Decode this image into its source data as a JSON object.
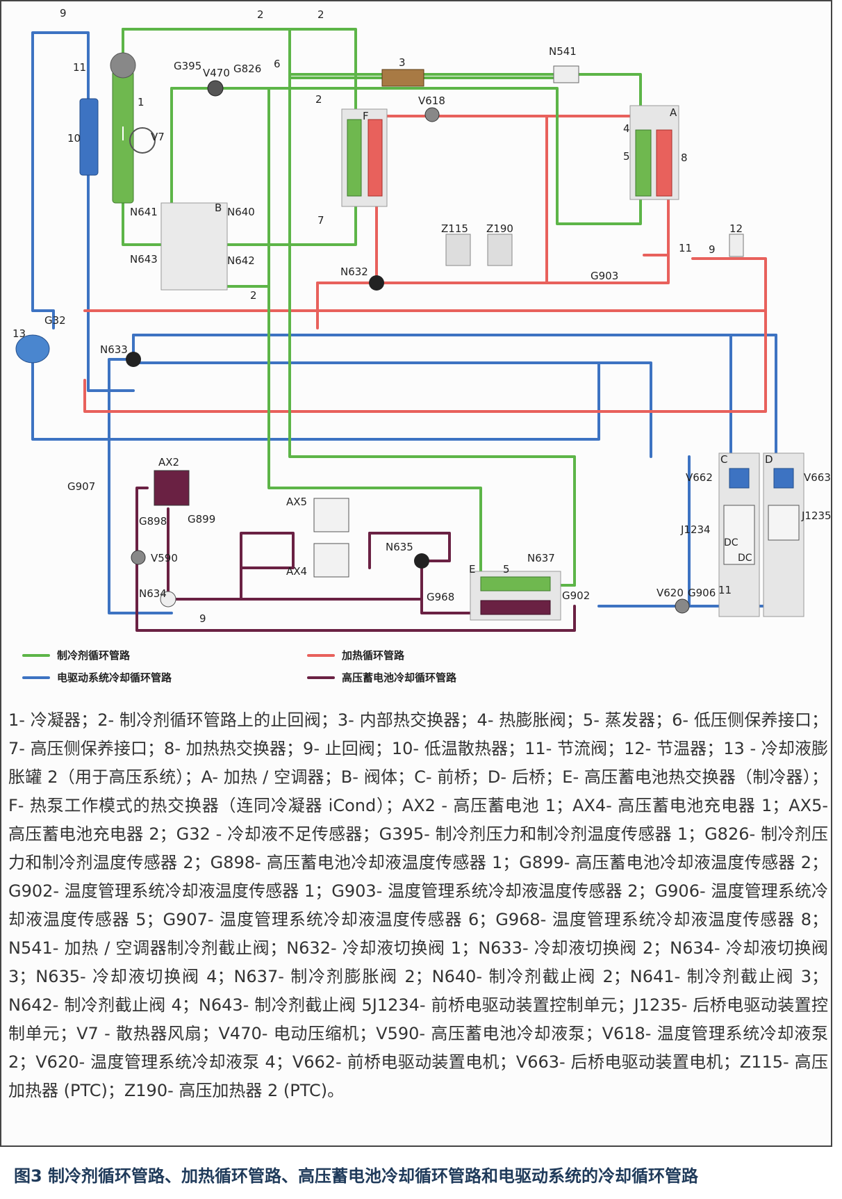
{
  "colors": {
    "refrigerant": "#5db548",
    "heating": "#e8615c",
    "drive_cooling": "#3d73c2",
    "battery_cooling": "#6a2143"
  },
  "labels": {
    "n9a": "9",
    "n2a": "2",
    "n2b": "2",
    "n11a": "11",
    "n1": "1",
    "n10": "10",
    "v7": "V7",
    "g395": "G395",
    "v470": "V470",
    "g826": "G826",
    "n6": "6",
    "n3": "3",
    "n541": "N541",
    "n2c": "2",
    "v618": "V618",
    "f": "F",
    "a": "A",
    "n4": "4",
    "n5a": "5",
    "n8": "8",
    "n641": "N641",
    "b": "B",
    "n640": "N640",
    "n7": "7",
    "n643": "N643",
    "n642": "N642",
    "n2d": "2",
    "z115": "Z115",
    "z190": "Z190",
    "n12": "12",
    "n11b": "11",
    "n9b": "9",
    "n632": "N632",
    "g903": "G903",
    "g32": "G32",
    "n13": "13",
    "n633": "N633",
    "ax2": "AX2",
    "g907": "G907",
    "g898": "G898",
    "g899": "G899",
    "v590": "V590",
    "n634": "N634",
    "ax5": "AX5",
    "ax4": "AX4",
    "n635": "N635",
    "n637": "N637",
    "e": "E",
    "n5b": "5",
    "g968": "G968",
    "g902": "G902",
    "n9c": "9",
    "v620": "V620",
    "g906": "G906",
    "n11c": "11",
    "c": "C",
    "d": "D",
    "v662": "V662",
    "v663": "V663",
    "j1234": "J1234",
    "j1235": "J1235",
    "dc1": "DC",
    "dc2": "DC"
  },
  "legend": {
    "refrigerant": "制冷剂循环管路",
    "heating": "加热循环管路",
    "drive_cooling": "电驱动系统冷却循环管路",
    "battery_cooling": "高压蓄电池冷却循环管路"
  },
  "caption": "1- 冷凝器；2- 制冷剂循环管路上的止回阀；3- 内部热交换器；4- 热膨胀阀；5- 蒸发器；6- 低压侧保养接口；7- 高压侧保养接口；8- 加热热交换器；9- 止回阀；10- 低温散热器；11- 节流阀；12- 节温器；13 - 冷却液膨胀罐 2（用于高压系统）；A- 加热 / 空调器；B- 阀体；C- 前桥；D- 后桥；E- 高压蓄电池热交换器（制冷器）；F- 热泵工作模式的热交换器（连同冷凝器 iCond）；AX2 - 高压蓄电池 1；AX4- 高压蓄电池充电器 1；AX5- 高压蓄电池充电器 2；G32 - 冷却液不足传感器；G395- 制冷剂压力和制冷剂温度传感器 1；G826- 制冷剂压力和制冷剂温度传感器 2；G898- 高压蓄电池冷却液温度传感器 1；G899- 高压蓄电池冷却液温度传感器 2；G902- 温度管理系统冷却液温度传感器 1；G903- 温度管理系统冷却液温度传感器 2；G906- 温度管理系统冷却液温度传感器 5；G907- 温度管理系统冷却液温度传感器 6；G968- 温度管理系统冷却液温度传感器 8；N541- 加热 / 空调器制冷剂截止阀；N632- 冷却液切换阀 1；N633- 冷却液切换阀 2；N634- 冷却液切换阀 3；N635- 冷却液切换阀 4；N637- 制冷剂膨胀阀 2；N640- 制冷剂截止阀 2；N641- 制冷剂截止阀 3；N642- 制冷剂截止阀 4；N643- 制冷剂截止阀 5J1234- 前桥电驱动装置控制单元；J1235- 后桥电驱动装置控制单元；V7 - 散热器风扇；V470- 电动压缩机；V590- 高压蓄电池冷却液泵；V618- 温度管理系统冷却液泵 2；V620- 温度管理系统冷却液泵 4；V662- 前桥电驱动装置电机；V663- 后桥电驱动装置电机；Z115- 高压加热器 (PTC)；Z190- 高压加热器 2 (PTC)。",
  "figure_title": "图3 制冷剂循环管路、加热循环管路、高压蓄电池冷却循环管路和电驱动系统的冷却循环管路"
}
